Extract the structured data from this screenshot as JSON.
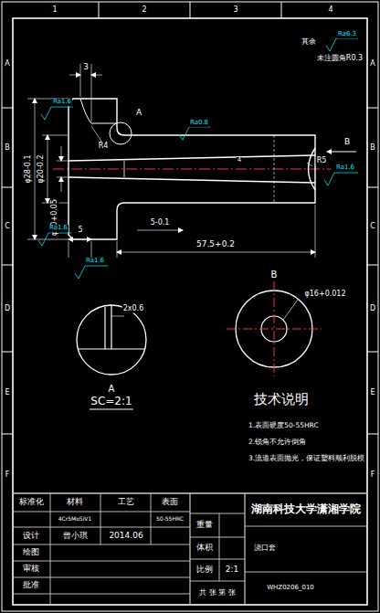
{
  "diagram": {
    "labels": [
      "其余",
      "Ra6.3",
      "未注圆角R0.3",
      "3",
      "Ra1.6",
      "A",
      "Ra0.8",
      "B",
      "R4",
      "R5",
      "Ra1.6",
      "φ28-0.1",
      "φ20-0.2",
      "φ10+0.05",
      "Ra1.6",
      "5",
      "5-0.1",
      "57.5+0.2",
      "4",
      "Ra1.6",
      "2x0.6",
      "A",
      "SC=2:1",
      "B",
      "φ16+0.012",
      "技术说明",
      "1.表面硬度50-55HRC",
      "2.锐角不允许倒角",
      "3.流道表面抛光，保证塑料顺利脱模",
      "标准化",
      "材料",
      "工艺",
      "表面",
      "4Cr5MoSiV1",
      "50-55HRC",
      "设计",
      "曾小琪",
      "2014.06",
      "绘图",
      "审核",
      "批准",
      "重量",
      "体积",
      "比例",
      "2:1",
      "共 张 第 张",
      "湖南科技大学潇湘学院",
      "浇口套",
      "WHZ0206_010",
      "1",
      "2",
      "3",
      "4",
      "A",
      "B",
      "C",
      "D",
      "E",
      "F",
      "A",
      "B",
      "C",
      "D",
      "E",
      "F"
    ]
  }
}
